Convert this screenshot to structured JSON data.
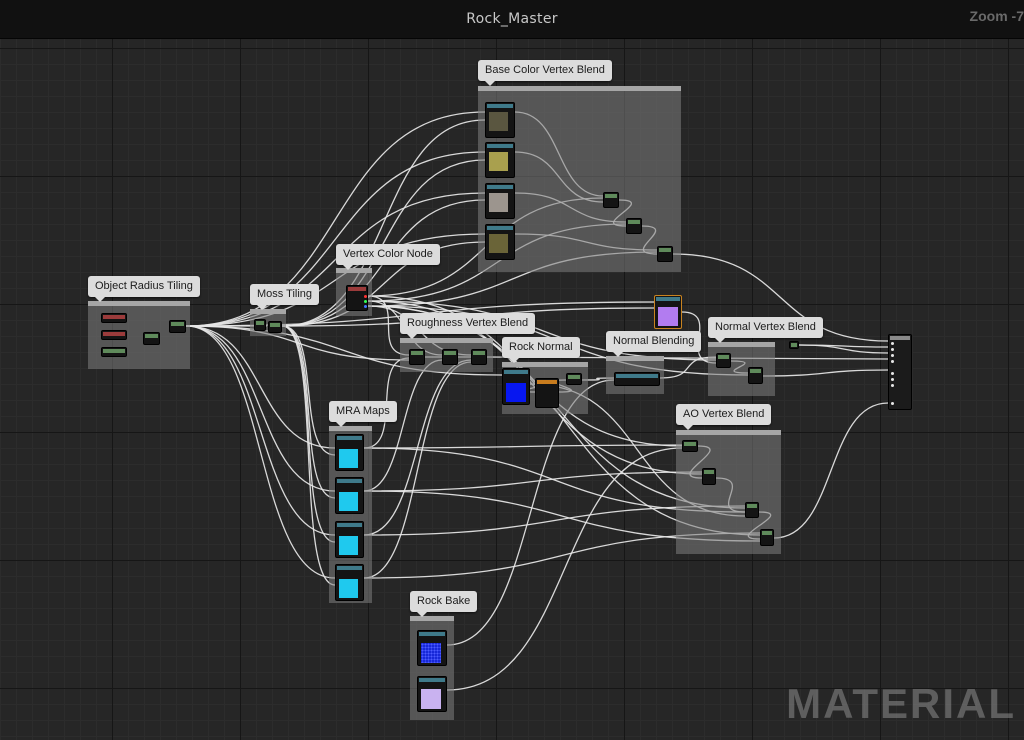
{
  "window": {
    "title": "Rock_Master",
    "zoom": "Zoom -7"
  },
  "comments": {
    "base_color_vertex_blend": "Base Color Vertex Blend",
    "object_radius_tiling": "Object Radius Tiling",
    "moss_tiling": "Moss Tiling",
    "vertex_color_node": "Vertex Color Node",
    "roughness_vertex_blend": "Roughness Vertex Blend",
    "rock_normal": "Rock Normal",
    "normal_blending": "Normal Blending",
    "normal_vertex_blend": "Normal Vertex Blend",
    "ao_vertex_blend": "AO Vertex Blend",
    "mra_maps": "MRA Maps",
    "rock_bake": "Rock Bake"
  },
  "colors": {
    "background": "#262626",
    "wire": "#e8e8e8",
    "comment_bubble": "#dcdcdc",
    "swatch_olive_dark": "#5a5640",
    "swatch_olive_yellow": "#a9a04e",
    "swatch_gray": "#9c958e",
    "swatch_olive_mid": "#6a6438",
    "swatch_violet": "#b27cf0",
    "swatch_blue": "#0717f0",
    "swatch_cyan": "#1fc9ee",
    "swatch_lavender": "#c9b2f0"
  },
  "watermark": "MATERIAL"
}
